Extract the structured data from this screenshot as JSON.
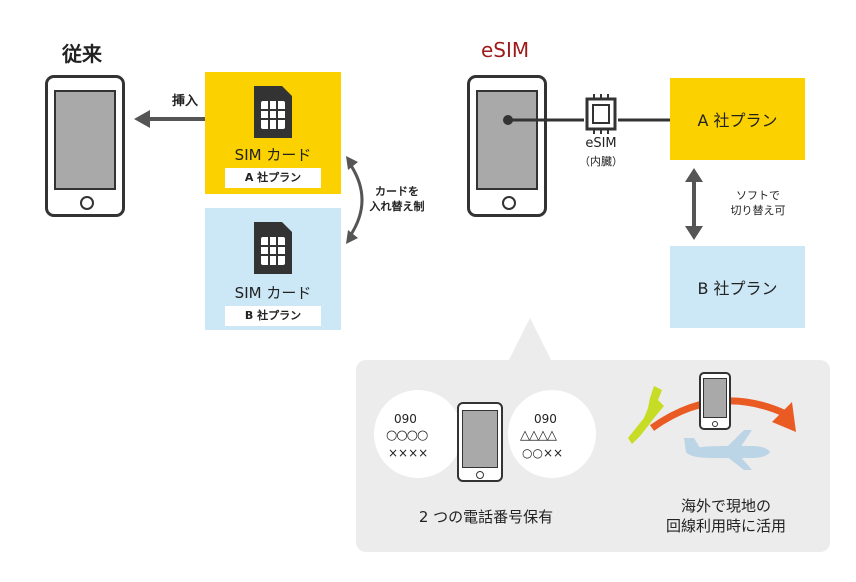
{
  "left": {
    "title": "従来",
    "insert_label": "挿入",
    "card_a": {
      "label": "SIM カード",
      "tag": "A 社プラン"
    },
    "card_b": {
      "label": "SIM カード",
      "tag": "B 社プラン"
    },
    "swap_note": [
      "カードを",
      "入れ替え制"
    ]
  },
  "right": {
    "title": "eSIM",
    "chip_label": "eSIM",
    "chip_sub": "（内臓）",
    "plan_a": "A 社プラン",
    "plan_b": "B 社プラン",
    "switch_note": [
      "ソフトで",
      "切り替え可"
    ]
  },
  "panel": {
    "numbers_left": {
      "prefix": "090",
      "line1": "○○○○",
      "line2": "××××"
    },
    "numbers_right": {
      "prefix": "090",
      "line1": "△△△△",
      "line2": "○○××"
    },
    "caption_left": "2 つの電話番号保有",
    "caption_right": [
      "海外で現地の",
      "回線利用時に活用"
    ]
  },
  "colors": {
    "yellow": "#fbd100",
    "blue": "#cce8f7",
    "gray_panel": "#ececec",
    "title_red": "#9e1b1b",
    "arrow_orange": "#ea5b24",
    "map_green": "#c6dc25",
    "plane_blue": "#bcd5e6"
  }
}
